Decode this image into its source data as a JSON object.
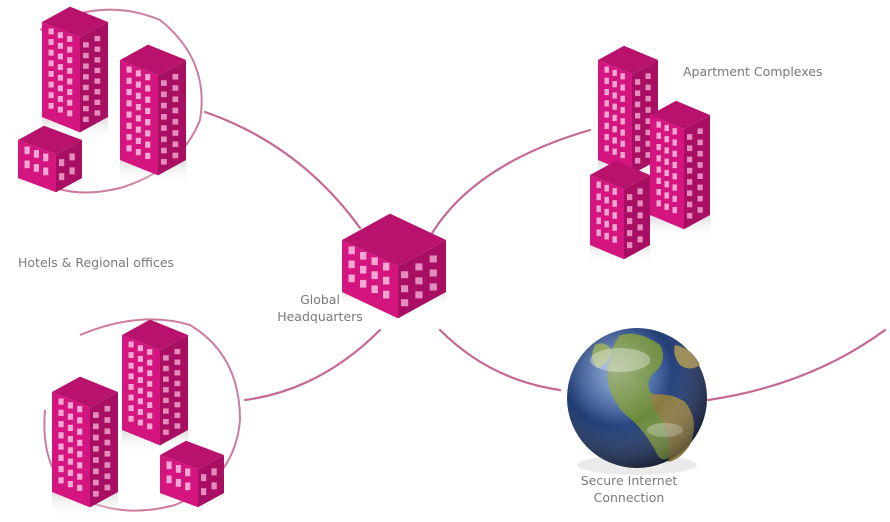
{
  "labels": {
    "hotels": "Hotels & Regional offices",
    "apartments": "Apartment Complexes",
    "hq_line1": "Global",
    "hq_line2": "Headquarters",
    "internet_line1": "Secure Internet",
    "internet_line2": "Connection"
  },
  "colors": {
    "building_front": "#d4157f",
    "building_side": "#a80f63",
    "building_top": "#b8126c",
    "window": "#f5b8dc",
    "connector": "#b0356f",
    "label_text": "#7a7a7a",
    "ocean": "#1b2f60",
    "land": "#5d8a3a"
  },
  "icons": {
    "building": "building-icon",
    "globe": "globe-icon"
  }
}
